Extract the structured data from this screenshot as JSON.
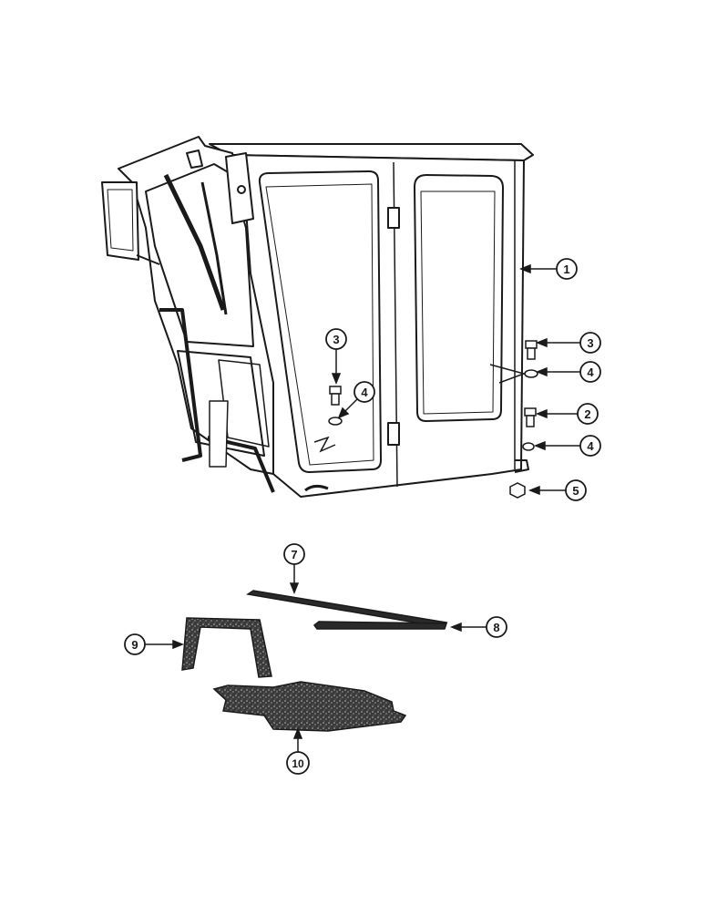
{
  "diagram": {
    "callouts": [
      {
        "id": "c1",
        "label": "1"
      },
      {
        "id": "c3a",
        "label": "3"
      },
      {
        "id": "c3b",
        "label": "3"
      },
      {
        "id": "c4a",
        "label": "4"
      },
      {
        "id": "c4b",
        "label": "4"
      },
      {
        "id": "c4c",
        "label": "4"
      },
      {
        "id": "c2",
        "label": "2"
      },
      {
        "id": "c5",
        "label": "5"
      },
      {
        "id": "c7",
        "label": "7"
      },
      {
        "id": "c8",
        "label": "8"
      },
      {
        "id": "c9",
        "label": "9"
      },
      {
        "id": "c10",
        "label": "10"
      }
    ],
    "colors": {
      "line": "#1a1a1a",
      "fill": "#ffffff",
      "dark": "#2a2a2a"
    }
  }
}
